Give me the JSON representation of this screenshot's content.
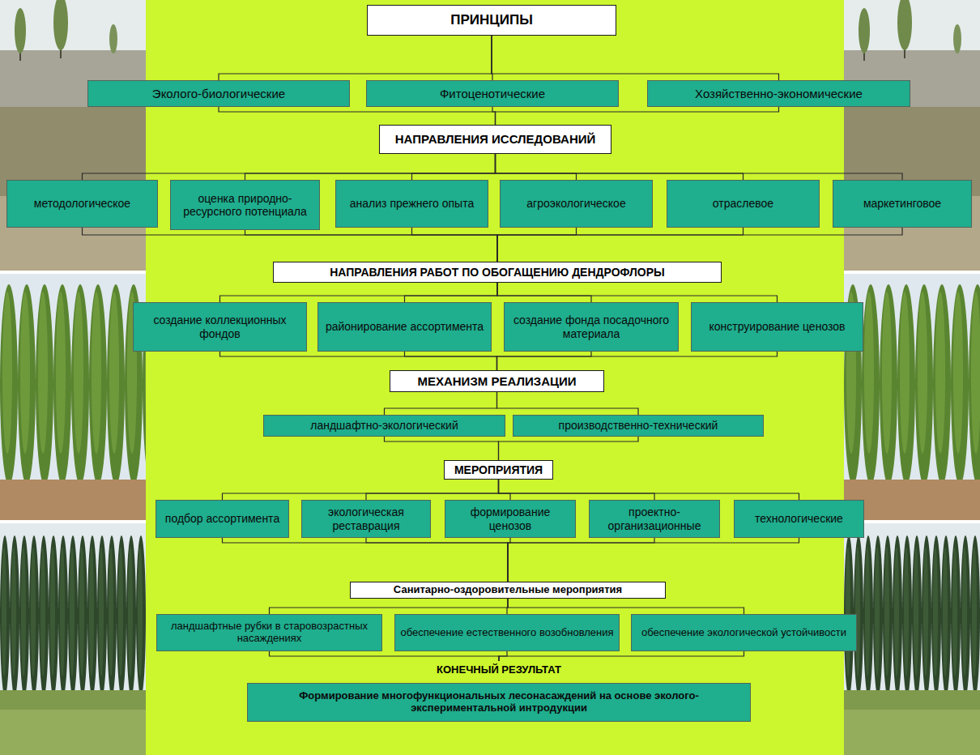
{
  "diagram": {
    "nodes": [
      {
        "text": [
          "ПРИНЦИПЫ"
        ]
      },
      {
        "text": [
          "Эколого-биологические"
        ]
      },
      {
        "text": [
          "Фитоценотические"
        ]
      },
      {
        "text": [
          "Хозяйственно-экономические"
        ]
      },
      {
        "text": [
          "НАПРАВЛЕНИЯ ИССЛЕДОВАНИЙ"
        ]
      },
      {
        "text": [
          "методологическое"
        ]
      },
      {
        "text": [
          "оценка природно-ресурсного потенциала"
        ]
      },
      {
        "text": [
          "анализ прежнего опыта"
        ]
      },
      {
        "text": [
          "агроэкологическое"
        ]
      },
      {
        "text": [
          "отраслевое"
        ]
      },
      {
        "text": [
          "маркетинговое"
        ]
      },
      {
        "text": [
          "НАПРАВЛЕНИЯ РАБОТ ПО ОБОГАЩЕНИЮ ДЕНДРОФЛОРЫ"
        ]
      },
      {
        "text": [
          "создание коллекционных фондов"
        ]
      },
      {
        "text": [
          "районирование ассортимента"
        ]
      },
      {
        "text": [
          "создание фонда посадочного материала"
        ]
      },
      {
        "text": [
          "конструирование ценозов"
        ]
      },
      {
        "text": [
          "МЕХАНИЗМ РЕАЛИЗАЦИИ"
        ]
      },
      {
        "text": [
          "ландшафтно-экологический"
        ]
      },
      {
        "text": [
          "производственно-технический"
        ]
      },
      {
        "text": [
          "МЕРОПРИЯТИЯ"
        ]
      },
      {
        "text": [
          "подбор ассортимента"
        ]
      },
      {
        "text": [
          "экологическая реставрация"
        ]
      },
      {
        "text": [
          "формирование ценозов"
        ]
      },
      {
        "text": [
          "проектно-организационные"
        ]
      },
      {
        "text": [
          "технологические"
        ]
      },
      {
        "text": [
          "Санитарно-оздоровительные мероприятия"
        ]
      },
      {
        "text": [
          "ландшафтные рубки в старовозрастных насаждениях"
        ]
      },
      {
        "text": [
          "обеспечение естественного возобновления"
        ]
      },
      {
        "text": [
          "обеспечение экологической устойчивости"
        ]
      },
      {
        "text": [
          "КОНЕЧНЫЙ РЕЗУЛЬТАТ",
          "Формирование многофункциональных лесонасаждений на основе эколого-экспериментальной интродукции"
        ]
      }
    ],
    "edges": [
      {
        "from": 0,
        "to": 1,
        "arrow": "none"
      },
      {
        "from": 0,
        "to": 2,
        "arrow": "none"
      },
      {
        "from": 0,
        "to": 3,
        "arrow": "none"
      },
      {
        "from": 1,
        "to": 4,
        "arrow": "none"
      },
      {
        "from": 2,
        "to": 4,
        "arrow": "none"
      },
      {
        "from": 3,
        "to": 4,
        "arrow": "none"
      },
      {
        "from": 4,
        "to": 5,
        "arrow": "none"
      },
      {
        "from": 4,
        "to": 6,
        "arrow": "none"
      },
      {
        "from": 4,
        "to": 7,
        "arrow": "none"
      },
      {
        "from": 4,
        "to": 8,
        "arrow": "none"
      },
      {
        "from": 4,
        "to": 9,
        "arrow": "none"
      },
      {
        "from": 4,
        "to": 10,
        "arrow": "none"
      },
      {
        "from": 5,
        "to": 11,
        "arrow": "none"
      },
      {
        "from": 6,
        "to": 11,
        "arrow": "none"
      },
      {
        "from": 7,
        "to": 11,
        "arrow": "none"
      },
      {
        "from": 8,
        "to": 11,
        "arrow": "none"
      },
      {
        "from": 9,
        "to": 11,
        "arrow": "none"
      },
      {
        "from": 10,
        "to": 11,
        "arrow": "none"
      },
      {
        "from": 11,
        "to": 12,
        "arrow": "none"
      },
      {
        "from": 11,
        "to": 13,
        "arrow": "none"
      },
      {
        "from": 11,
        "to": 14,
        "arrow": "none"
      },
      {
        "from": 11,
        "to": 15,
        "arrow": "none"
      },
      {
        "from": 12,
        "to": 16,
        "arrow": "none"
      },
      {
        "from": 13,
        "to": 16,
        "arrow": "none"
      },
      {
        "from": 14,
        "to": 16,
        "arrow": "none"
      },
      {
        "from": 15,
        "to": 16,
        "arrow": "none"
      },
      {
        "from": 16,
        "to": 17,
        "arrow": "none"
      },
      {
        "from": 16,
        "to": 18,
        "arrow": "none"
      },
      {
        "from": 17,
        "to": 19,
        "arrow": "none"
      },
      {
        "from": 18,
        "to": 19,
        "arrow": "none"
      },
      {
        "from": 19,
        "to": 20,
        "arrow": "none"
      },
      {
        "from": 19,
        "to": 21,
        "arrow": "none"
      },
      {
        "from": 19,
        "to": 22,
        "arrow": "none"
      },
      {
        "from": 19,
        "to": 23,
        "arrow": "none"
      },
      {
        "from": 19,
        "to": 24,
        "arrow": "none"
      },
      {
        "from": 20,
        "to": 25,
        "arrow": "none"
      },
      {
        "from": 21,
        "to": 25,
        "arrow": "none"
      },
      {
        "from": 22,
        "to": 25,
        "arrow": "none"
      },
      {
        "from": 23,
        "to": 25,
        "arrow": "none"
      },
      {
        "from": 24,
        "to": 25,
        "arrow": "none"
      },
      {
        "from": 25,
        "to": 26,
        "arrow": "none"
      },
      {
        "from": 25,
        "to": 27,
        "arrow": "none"
      },
      {
        "from": 25,
        "to": 28,
        "arrow": "none"
      },
      {
        "from": 26,
        "to": 29,
        "arrow": "none"
      },
      {
        "from": 27,
        "to": 29,
        "arrow": "none"
      },
      {
        "from": 28,
        "to": 29,
        "arrow": "none"
      }
    ]
  }
}
